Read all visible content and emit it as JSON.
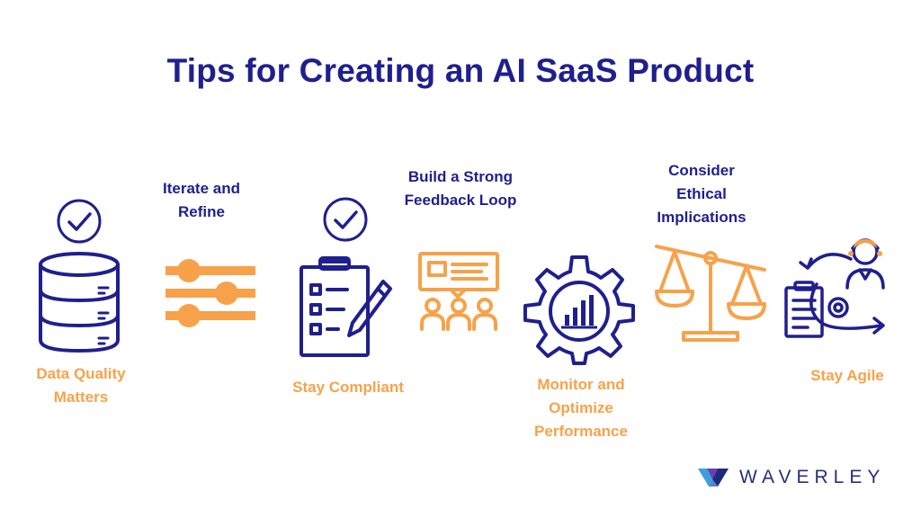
{
  "title": "Tips for Creating an AI SaaS Product",
  "colors": {
    "navy": "#1f1f8f",
    "orange": "#f7a24a"
  },
  "tips": [
    {
      "label": "Data Quality\nMatters",
      "icon": "database-check-icon"
    },
    {
      "label": "Iterate and\nRefine",
      "icon": "sliders-icon"
    },
    {
      "label": "Stay Compliant",
      "icon": "clipboard-checklist-icon"
    },
    {
      "label": "Build a Strong\nFeedback Loop",
      "icon": "presentation-audience-icon"
    },
    {
      "label": "Monitor and\nOptimize\nPerformance",
      "icon": "gear-chart-icon"
    },
    {
      "label": "Consider\nEthical\nImplications",
      "icon": "balance-scale-icon"
    },
    {
      "label": "Stay Agile",
      "icon": "agile-process-icon"
    }
  ],
  "brand": {
    "name": "WAVERLEY",
    "icon": "waverley-logo-icon"
  }
}
